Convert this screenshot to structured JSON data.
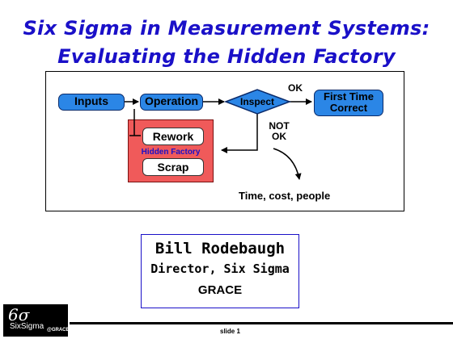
{
  "title": {
    "line1": "Six Sigma in Measurement Systems:",
    "line2": "Evaluating the Hidden Factory"
  },
  "diagram": {
    "inputs": "Inputs",
    "operation": "Operation",
    "inspect": "Inspect",
    "ok": "OK",
    "first_time_line1": "First Time",
    "first_time_line2": "Correct",
    "not_ok_line1": "NOT",
    "not_ok_line2": "OK",
    "rework": "Rework",
    "hidden_factory": "Hidden Factory",
    "scrap": "Scrap",
    "time_cost": "Time, cost, people"
  },
  "presenter": {
    "name": "Bill Rodebaugh",
    "role": "Director, Six Sigma",
    "company": "GRACE"
  },
  "logo": {
    "mark": "6σ",
    "text": "SixSigma",
    "sub": "@GRACE"
  },
  "footer": {
    "slide": "slide  1"
  },
  "colors": {
    "title": "#1a10c8",
    "process_box": "#2b86e6",
    "hidden_factory": "#f05a5a"
  }
}
